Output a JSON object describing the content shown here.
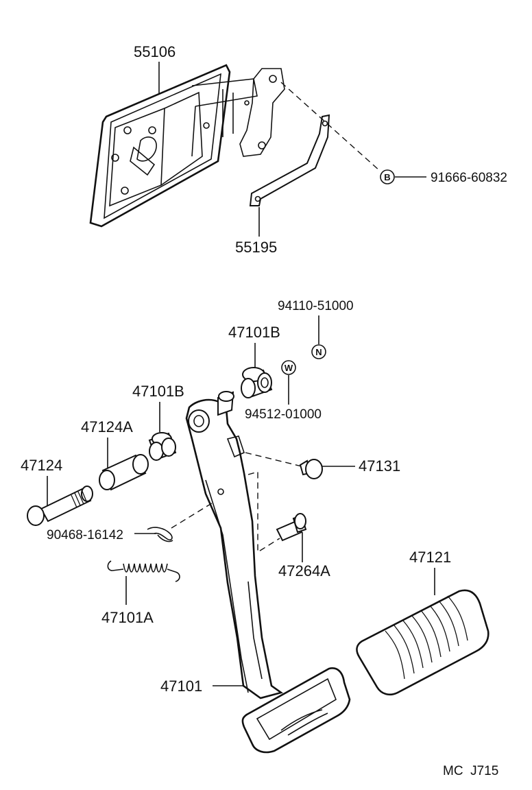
{
  "labels": {
    "bracket_top": "55106",
    "bolt_b": "91666-60832",
    "bolt_b_symbol": "B",
    "bracket_arm": "55195",
    "nut_n_part": "94110-51000",
    "nut_n_symbol": "N",
    "bushing_right": "47101B",
    "washer_w_symbol": "W",
    "washer_w_part": "94512-01000",
    "bushing_left": "47101B",
    "collar": "47124A",
    "pin": "47124",
    "stopper": "47131",
    "clip": "90468-16142",
    "bolt_a": "47264A",
    "spring": "47101A",
    "pedal_pad": "47121",
    "pedal": "47101"
  },
  "footer": {
    "code": "MC  J715"
  }
}
